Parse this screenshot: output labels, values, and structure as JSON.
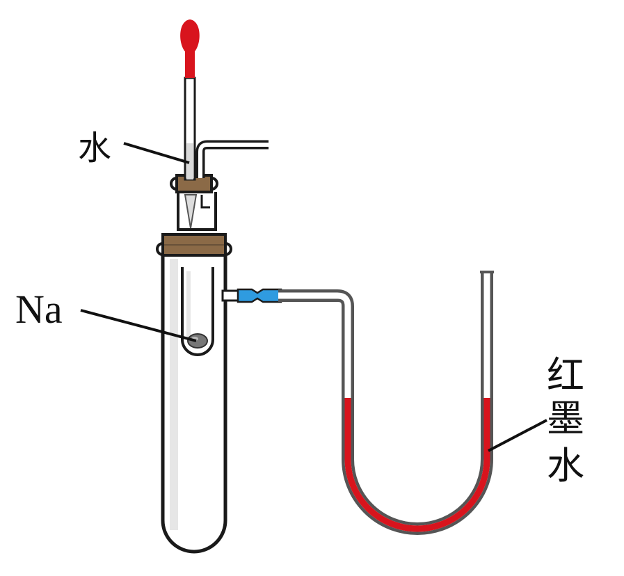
{
  "labels": {
    "water": "水",
    "sodium": "Na",
    "red_ink": [
      "红",
      "墨",
      "水"
    ]
  },
  "colors": {
    "stroke": "#1a1a1a",
    "glass_fill": "#ffffff",
    "glass_shade": "#e6e6e6",
    "stopper": "#8b6a47",
    "dropper_bulb": "#d8141d",
    "red_ink": "#d8141d",
    "connector": "#2f9be0",
    "tube_wall": "#555555"
  },
  "icons": {
    "dropper": "dropper-icon",
    "test_tube": "test-tube-icon",
    "u_tube": "u-tube-icon",
    "sodium_piece": "sodium-piece-icon"
  }
}
